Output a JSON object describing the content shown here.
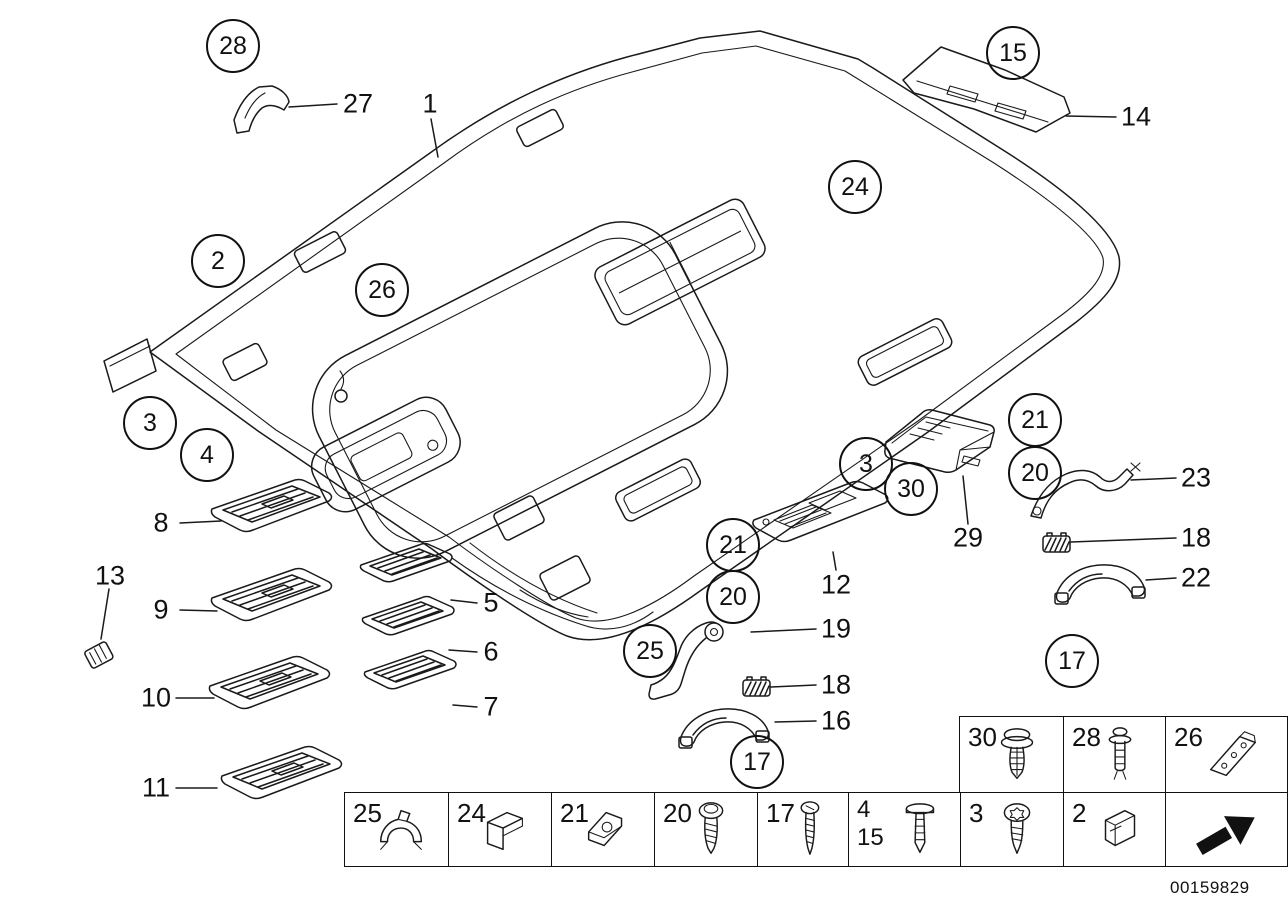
{
  "callouts": {
    "c1": "1",
    "c2": "2",
    "c3_left": "3",
    "c3_mid": "3",
    "c4": "4",
    "c5": "5",
    "c6": "6",
    "c7": "7",
    "c8": "8",
    "c9": "9",
    "c10": "10",
    "c11": "11",
    "c12": "12",
    "c13": "13",
    "c14": "14",
    "c15": "15",
    "c16": "16",
    "c17_mid": "17",
    "c17_right": "17",
    "c18_mid": "18",
    "c18_right": "18",
    "c19": "19",
    "c20_mid": "20",
    "c20_right": "20",
    "c21_mid": "21",
    "c21_right": "21",
    "c22": "22",
    "c23": "23",
    "c24": "24",
    "c25": "25",
    "c26": "26",
    "c27": "27",
    "c28": "28",
    "c29": "29",
    "c30": "30"
  },
  "legend": {
    "top": [
      {
        "num": "30",
        "icon": "expanding-rivet-washer-icon"
      },
      {
        "num": "28",
        "icon": "blind-rivet-icon"
      },
      {
        "num": "26",
        "icon": "mounting-bracket-icon"
      }
    ],
    "bottom": [
      {
        "num": "25",
        "icon": "clamp-icon"
      },
      {
        "num": "24",
        "icon": "angle-bracket-icon"
      },
      {
        "num": "21",
        "icon": "sheet-metal-clip-icon"
      },
      {
        "num": "20",
        "icon": "screw-with-washer-icon"
      },
      {
        "num": "17",
        "icon": "tapping-screw-icon"
      },
      {
        "num": "4",
        "num2": "15",
        "icon": "expanding-rivet-icon"
      },
      {
        "num": "3",
        "icon": "torx-screw-icon"
      },
      {
        "num": "2",
        "icon": "spring-clip-icon"
      },
      {
        "num": "",
        "icon": "direction-of-travel-arrow-icon"
      }
    ]
  },
  "footer": {
    "doc_number": "00159829"
  }
}
